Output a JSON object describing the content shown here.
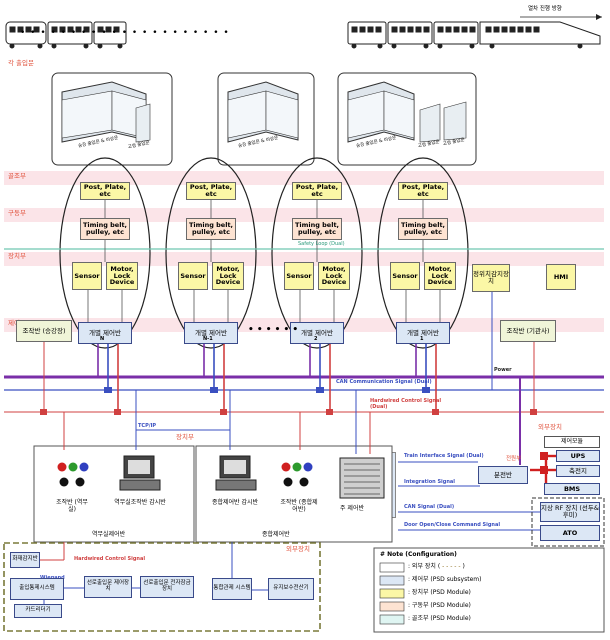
{
  "header": {
    "direction_label": "열차 진행 방향",
    "dots": "• • • • • • • • • • • • • • • • • • • • •"
  },
  "sections": {
    "doors": "각 출입문",
    "frame": "골조부",
    "drive": "구동부",
    "device": "장치부",
    "control": "제어부",
    "external_right": "외부장치",
    "device_mid": "장치부",
    "external_bottom": "외부장치"
  },
  "door_labels": {
    "main_door_1": "승강 출입문 & 비상문",
    "sub_door_1": "고정 출입문",
    "main_door_2": "승강 출입문 & 비상문",
    "main_door_3": "승강 출입문 & 비상문",
    "sub_door_3a": "고정 출입문",
    "sub_door_3b": "고정 출입문"
  },
  "columns": [
    {
      "frame": "Post, Plate, etc",
      "drive": "Timing belt, pulley, etc",
      "sensor": "Sensor",
      "motor": "Motor, Lock Device",
      "panel": "개별 제어반",
      "index": "N"
    },
    {
      "frame": "Post, Plate, etc",
      "drive": "Timing belt, pulley, etc",
      "sensor": "Sensor",
      "motor": "Motor, Lock Device",
      "panel": "개별 제어반",
      "index": "N-1"
    },
    {
      "frame": "Post, Plate, etc",
      "drive": "Timing belt, pulley, etc",
      "sensor": "Sensor",
      "motor": "Motor, Lock Device",
      "panel": "개별 제어반",
      "index": "2"
    },
    {
      "frame": "Post, Plate, etc",
      "drive": "Timing belt, pulley, etc",
      "sensor": "Sensor",
      "motor": "Motor, Lock Device",
      "panel": "개별 제어반",
      "index": "1"
    }
  ],
  "middle_dots": "• • • • • •",
  "side": {
    "stop_detect": "정위치감지장치",
    "hmi": "HMI",
    "local_panel_left": "조작반 (승강장)",
    "local_panel_right": "조작반 (기관사)"
  },
  "signals": {
    "safety_loop": "Safety Loop (Dual)",
    "power": "Power",
    "can_comm": "CAN Communication Signal (Dual)",
    "hardwired": "Hardwired Control Signal (Dual)",
    "tcp_ip": "TCP/IP",
    "train_interface": "Train Interface Signal (Dual)",
    "integration": "Integration Signal",
    "can_signal": "CAN Signal (Dual)",
    "door_cmd": "Door Open/Close Command Signal",
    "hardwired_single": "Hardwired Control Signal",
    "wiegand": "Wiegand"
  },
  "equipment": {
    "op_station": "조작반 (역무실)",
    "station_monitor": "역무실조작반 감시반",
    "central_monitor": "종합제어반 감시반",
    "op_integrated": "조작반 (종합제어반)",
    "main_panel": "주 제어반",
    "station_room": "역무실제어반",
    "integrated_room": "종합제어반",
    "distribution": "분전반",
    "power_label": "전원부",
    "control_module": "제어모듈",
    "ups": "UPS",
    "battery": "축전지",
    "bms": "BMS",
    "rf_device": "지상 RF 장치 (선두&후미)",
    "ato": "ATO"
  },
  "external": {
    "fire_alarm": "화재감지반",
    "access_control": "출입통제시스템",
    "door_line": "선로출입문 제어장치",
    "door_line_alarm": "선로출입문 전자잠금장치",
    "integrated_system": "통합관제 시스템",
    "maintenance": "유지보수전산기",
    "card_reader": "카드리더기"
  },
  "legend": {
    "title": "# Note (Configuration)",
    "items": [
      {
        "label": ": 외부 장치 (",
        "suffix": ")",
        "color": "#ffffff"
      },
      {
        "label": ": 제어부 (PSD subsystem)",
        "color": "#dce7f5"
      },
      {
        "label": ": 장치부 (PSD Module)",
        "color": "#fbf7a6"
      },
      {
        "label": ": 구동부 (PSD Module)",
        "color": "#fde3d2"
      },
      {
        "label": ": 골조부 (PSD Module)",
        "color": "#dff5f2"
      }
    ]
  },
  "colors": {
    "purple": "#7a2fa8",
    "blue": "#3a4fc0",
    "red": "#d02020",
    "green_line": "#6fc7b0",
    "section_text": "#e0503a"
  }
}
